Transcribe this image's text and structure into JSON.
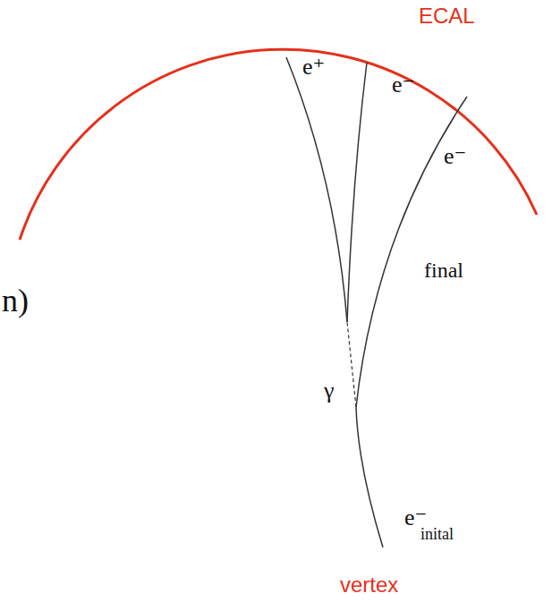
{
  "diagram": {
    "labels": [
      "ECAL",
      "e⁺",
      "e⁻",
      "e⁻",
      "final",
      "γ",
      "e⁻",
      "inital",
      "vertex",
      "n)"
    ]
  }
}
